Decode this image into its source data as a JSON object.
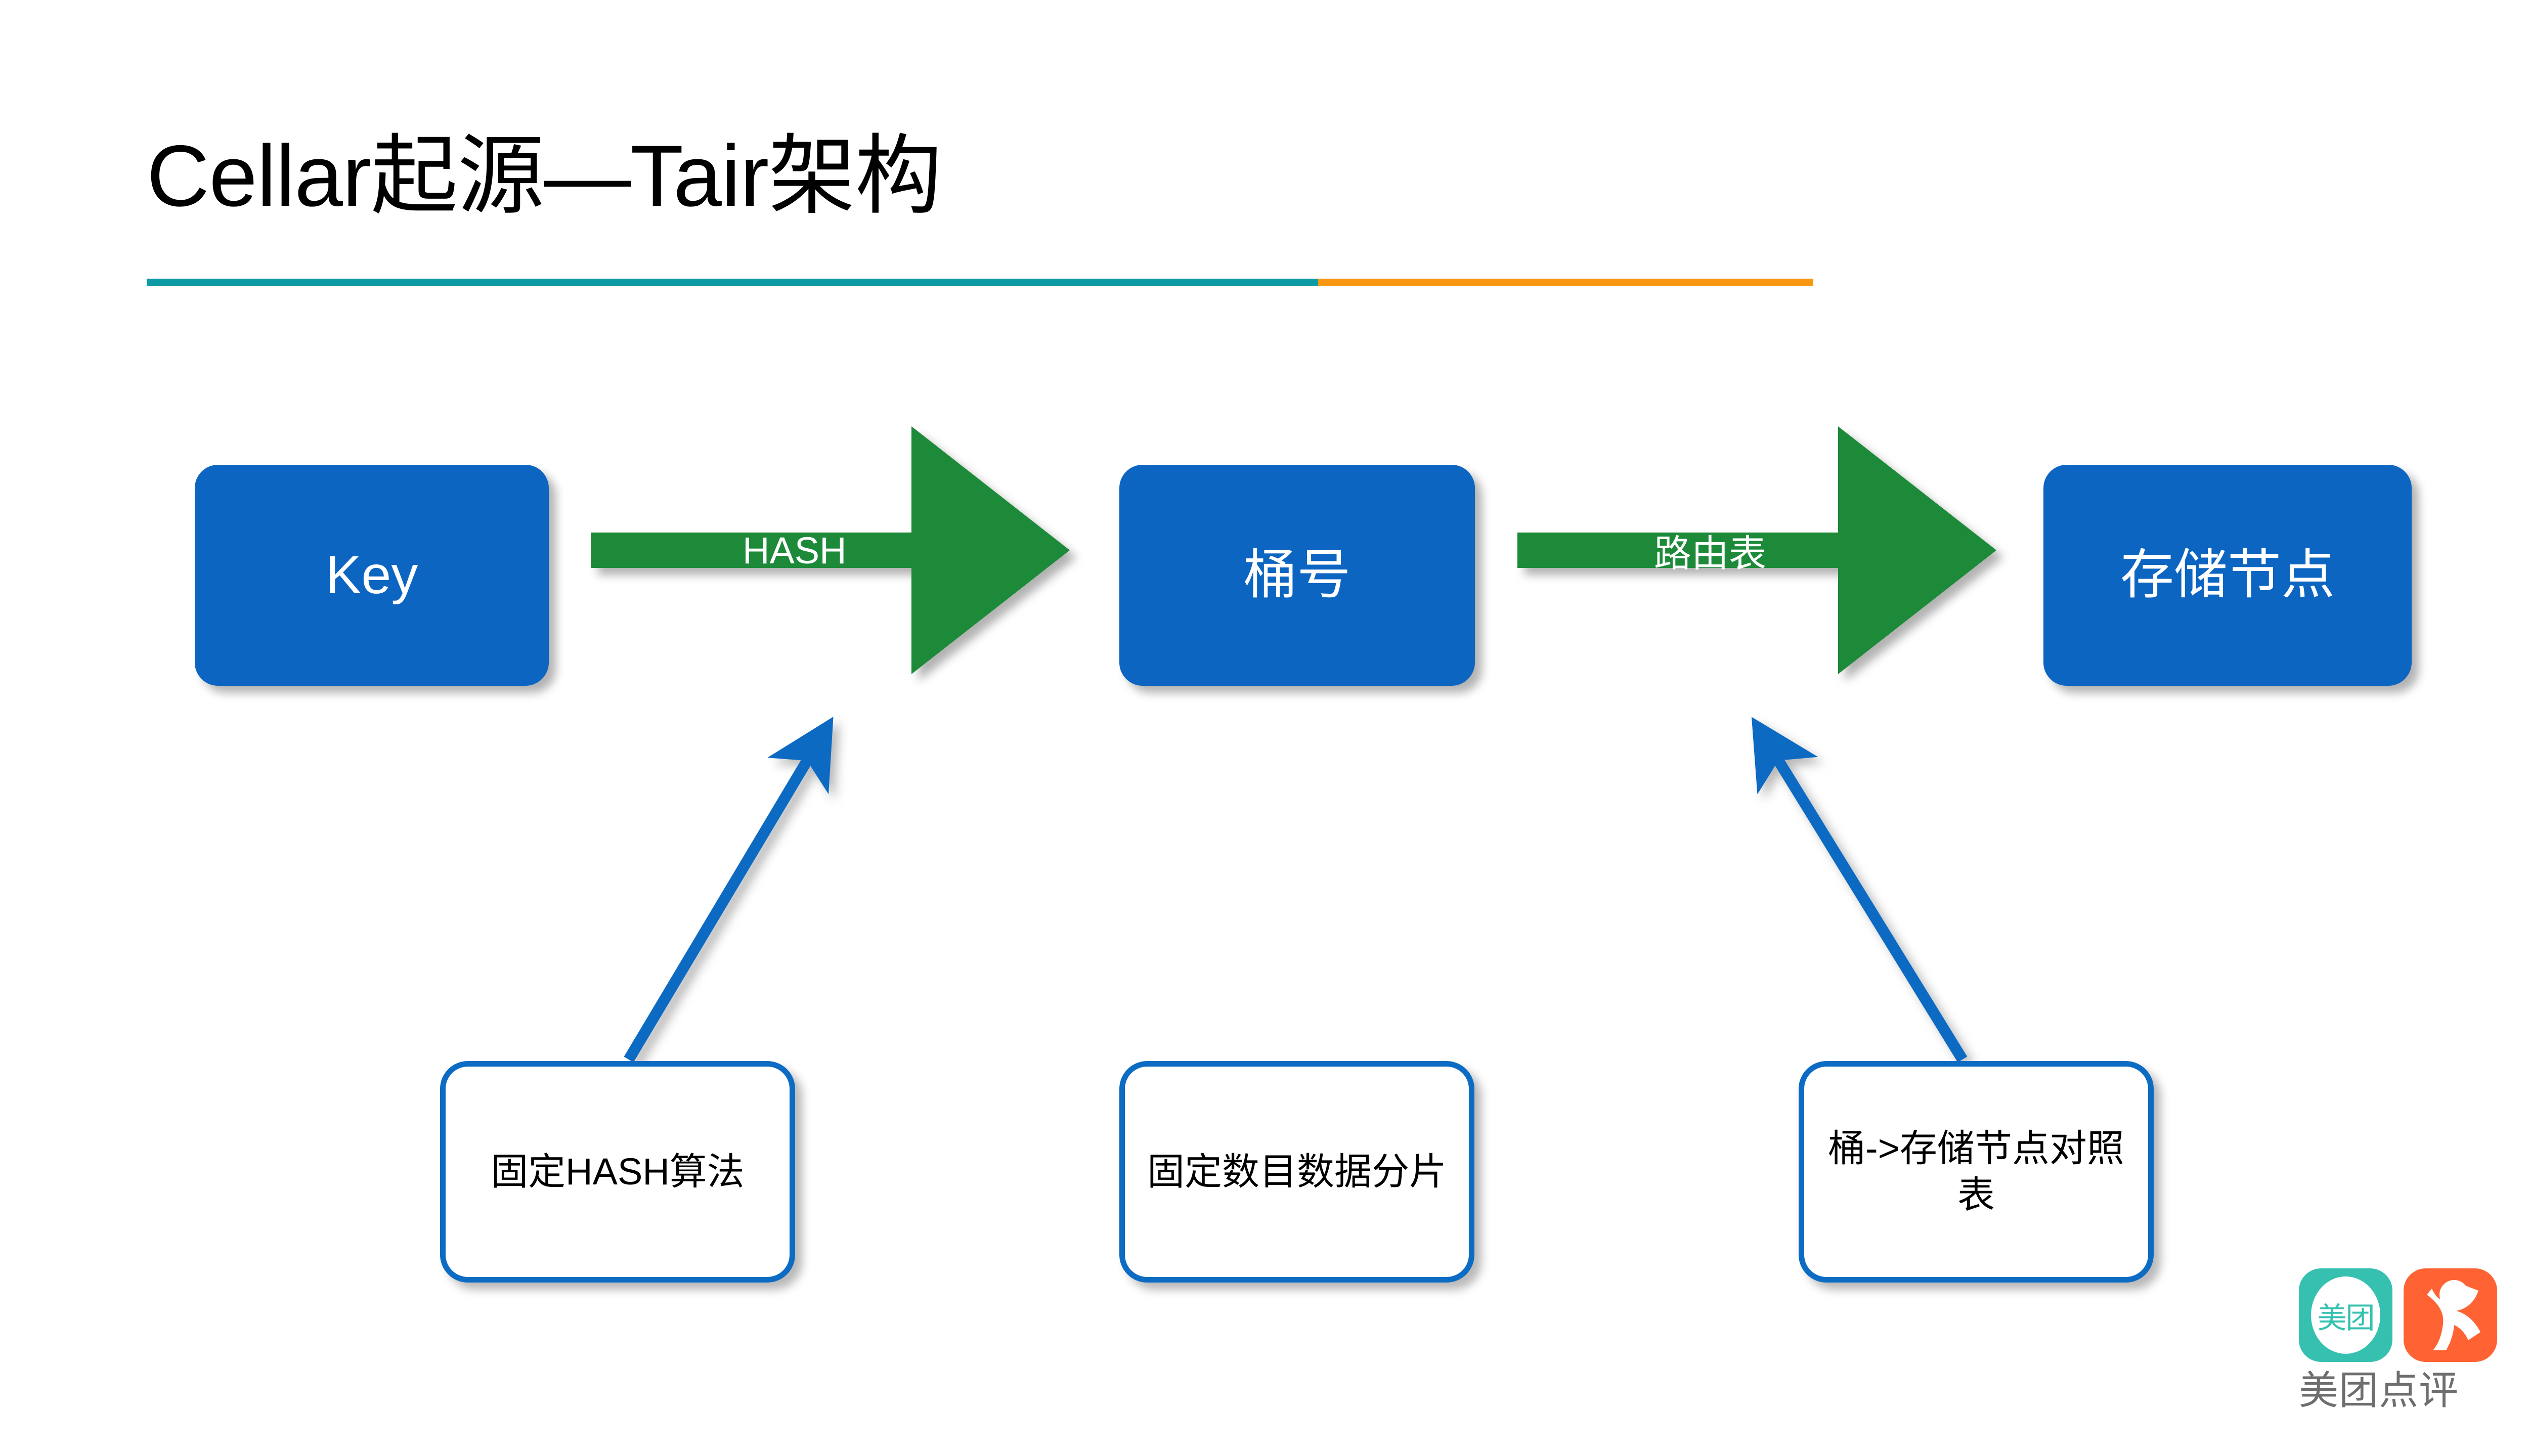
{
  "slide": {
    "title": "Cellar起源—Tair架构",
    "divider": {
      "primary_color": "#0C9AA4",
      "accent_color": "#FA9712"
    },
    "colors": {
      "node_fill": "#0C65C1",
      "arrow_fill": "#1A8A38",
      "connector": "#0C6BC3",
      "callout_border": "#0C6BC3"
    }
  },
  "flow": {
    "nodes": [
      {
        "id": "key",
        "label": "Key"
      },
      {
        "id": "bucket",
        "label": "桶号"
      },
      {
        "id": "storage_node",
        "label": "存储节点"
      }
    ],
    "arrows": [
      {
        "id": "hash",
        "label": "HASH"
      },
      {
        "id": "route",
        "label": "路由表"
      }
    ]
  },
  "callouts": [
    {
      "id": "hash_algo",
      "text": "固定HASH算法",
      "target": "hash-arrow"
    },
    {
      "id": "fixed_shard",
      "text": "固定数目数据分片",
      "target": "bucket-box"
    },
    {
      "id": "bucket_map",
      "text": "桶->存储节点对照表",
      "target": "route-arrow"
    }
  ],
  "logo": {
    "meituan_mark_text": "美团",
    "wordmark": "美团点评",
    "meituan_color": "#35C0B0",
    "dianping_color": "#FF6333",
    "wordmark_color": "#6E6E6E"
  }
}
